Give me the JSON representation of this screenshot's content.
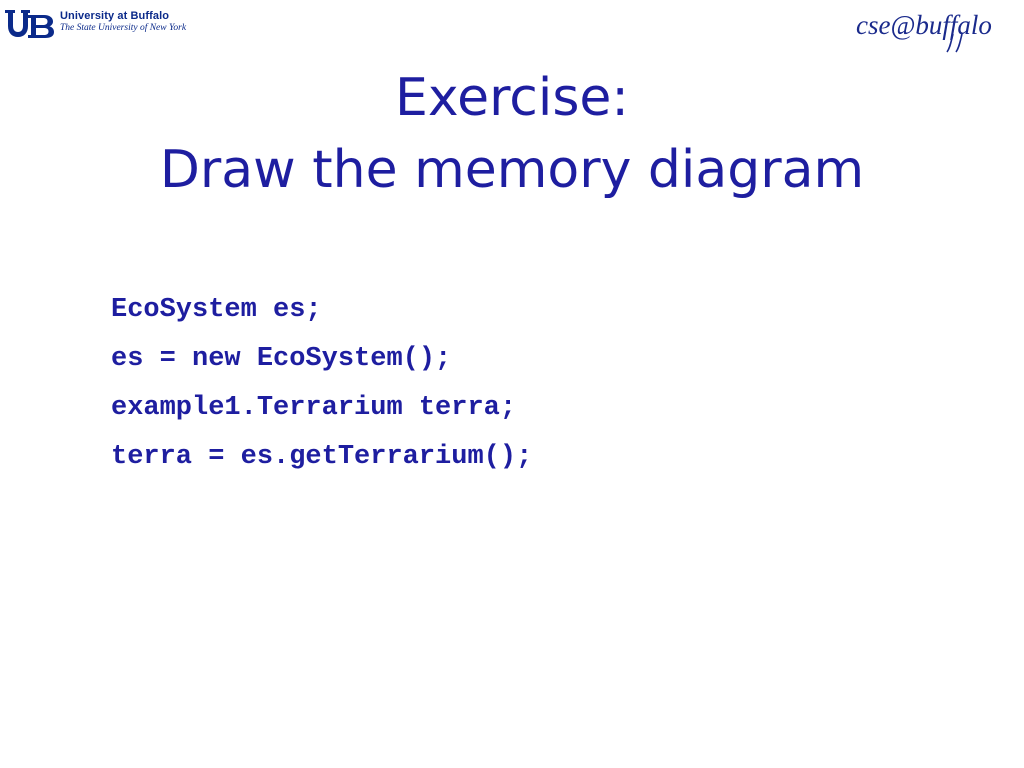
{
  "header": {
    "ub_logo": {
      "line1": "University at Buffalo",
      "line2": "The State University of New York",
      "brand_color": "#0b2a8a"
    },
    "cse_logo": {
      "text": "cse@buffalo",
      "brand_color": "#1a2a8c"
    }
  },
  "title": {
    "line1": "Exercise:",
    "line2": "Draw the memory diagram"
  },
  "code": {
    "lines": [
      "EcoSystem es;",
      "es = new EcoSystem();",
      "example1.Terrarium terra;",
      "terra = es.getTerrarium();"
    ]
  },
  "colors": {
    "text": "#1e1ea0",
    "background": "#ffffff"
  }
}
